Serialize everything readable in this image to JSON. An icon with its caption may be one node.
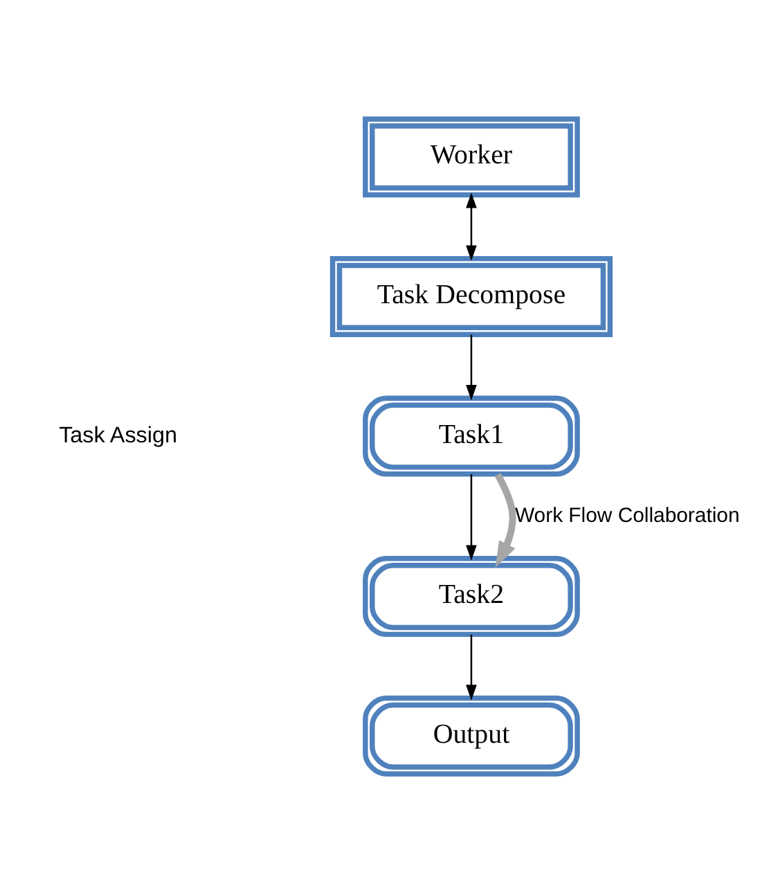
{
  "diagram": {
    "nodes": [
      {
        "text": [
          "Worker"
        ]
      },
      {
        "text": [
          "Task Decompose"
        ]
      },
      {
        "text": [
          "Task1"
        ]
      },
      {
        "text": [
          "Task2"
        ]
      },
      {
        "text": [
          "Output"
        ]
      }
    ],
    "edges": [
      {
        "from": 0,
        "to": 1,
        "arrow": "both"
      },
      {
        "from": 1,
        "to": 2,
        "arrow": "to"
      },
      {
        "from": 2,
        "to": 3,
        "arrow": "to"
      },
      {
        "from": 3,
        "to": 4,
        "arrow": "to"
      },
      {
        "from": 2,
        "to": 3,
        "arrow": "to",
        "label": "Work Flow Collaboration",
        "style": "thick",
        "color": "#a6a6a6"
      }
    ],
    "labels": [
      "Task Assign"
    ]
  }
}
